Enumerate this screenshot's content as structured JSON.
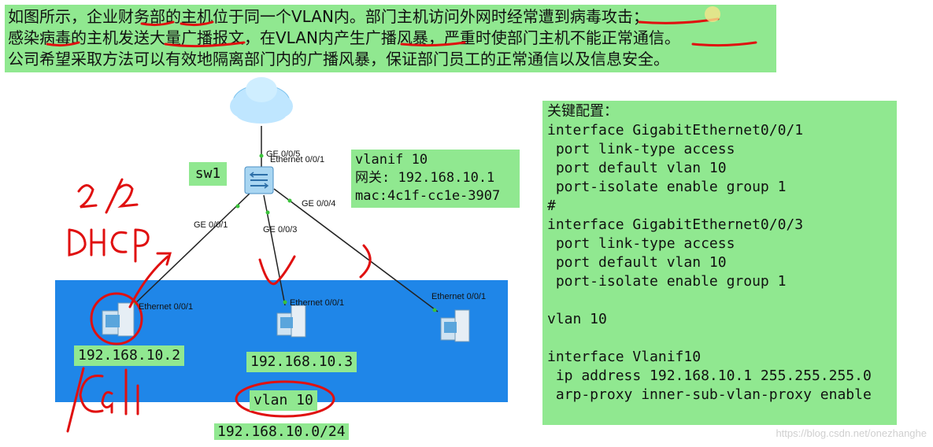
{
  "intro": {
    "line1": "如图所示，企业财务部的主机位于同一个VLAN内。部门主机访问外网时经常遭到病毒攻击；",
    "line2": "感染病毒的主机发送大量广播报文，在VLAN内产生广播风暴，严重时使部门主机不能正常通信。",
    "line3": "公司希望采取方法可以有效地隔离部门内的广播风暴，保证部门员工的正常通信以及信息安全。"
  },
  "switch": {
    "label": "sw1",
    "uplink_port": "Ethernet 0/0/1",
    "uplink_port_overlap": "GE 0/0/5"
  },
  "vlanif": {
    "title": "vlanif 10",
    "gateway": "网关: 192.168.10.1",
    "mac": "mac:4c1f-cc1e-3907"
  },
  "links": {
    "ge001": "GE 0/0/1",
    "ge003": "GE 0/0/3",
    "ge004": "GE 0/0/4"
  },
  "hosts": [
    {
      "port": "Ethernet 0/0/1",
      "ip": "192.168.10.2"
    },
    {
      "port": "Ethernet 0/0/1",
      "ip": "192.168.10.3"
    },
    {
      "port": "Ethernet 0/0/1",
      "ip": ""
    }
  ],
  "vlan_label": "vlan 10",
  "subnet": "192.168.10.0/24",
  "config": {
    "title": "关键配置：",
    "lines": [
      "interface GigabitEthernet0/0/1",
      " port link-type access",
      " port default vlan 10",
      " port-isolate enable group 1",
      "#",
      "interface GigabitEthernet0/0/3",
      " port link-type access",
      " port default vlan 10",
      " port-isolate enable group 1",
      "",
      "vlan 10",
      "",
      "interface Vlanif10",
      " ip address 192.168.10.1 255.255.255.0",
      " arp-proxy inner-sub-vlan-proxy enable"
    ]
  },
  "watermark": "https://blog.csdn.net/onezhanghe",
  "colors": {
    "highlight": "#90e890",
    "lan": "#1f86e8",
    "annotation": "#e01010"
  },
  "icons": [
    "cloud-icon",
    "switch-icon",
    "pc-icon"
  ]
}
